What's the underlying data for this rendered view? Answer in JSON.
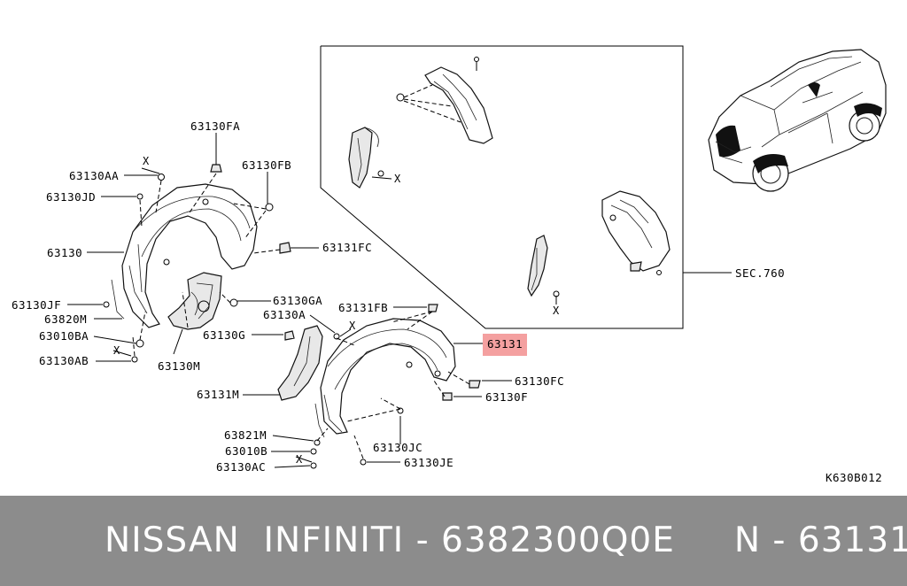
{
  "diagram": {
    "drawing_code": "K630B012",
    "section_ref": "SEC.760",
    "x_mark": "X",
    "highlight_color": "#f4a0a0",
    "labels": {
      "p63130FA": "63130FA",
      "p63130AA": "63130AA",
      "p63130JD": "63130JD",
      "p63130FB": "63130FB",
      "p63131FC": "63131FC",
      "p63130": "63130",
      "p63130GA": "63130GA",
      "p63130JF": "63130JF",
      "p63820M": "63820M",
      "p63010BA": "63010BA",
      "p63130AB": "63130AB",
      "p63130M": "63130M",
      "p63130G": "63130G",
      "p63130A": "63130A",
      "p63131FB": "63131FB",
      "p63131": "63131",
      "p63130FC": "63130FC",
      "p63130F": "63130F",
      "p63131M": "63131M",
      "p63821M": "63821M",
      "p63010B": "63010B",
      "p63130AC": "63130AC",
      "p63130JC": "63130JC",
      "p63130JE": "63130JE"
    }
  },
  "footer": {
    "text": "NISSAN  INFINITI - 6382300Q0E     N - 63131"
  }
}
